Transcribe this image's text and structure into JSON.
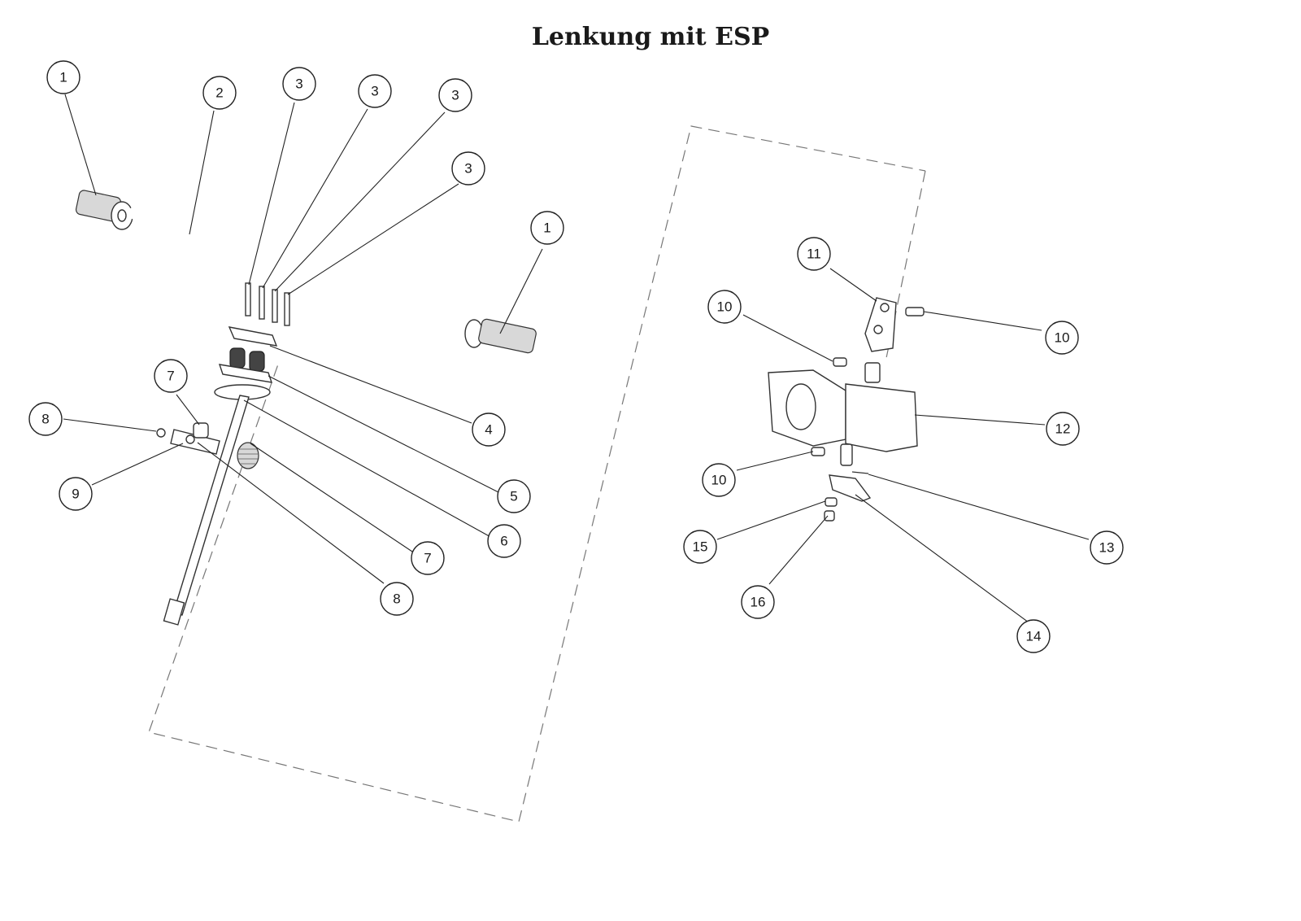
{
  "title": "Lenkung mit ESP",
  "callouts": [
    {
      "id": "c1a",
      "label": "1"
    },
    {
      "id": "c2",
      "label": "2"
    },
    {
      "id": "c3a",
      "label": "3"
    },
    {
      "id": "c3b",
      "label": "3"
    },
    {
      "id": "c3c",
      "label": "3"
    },
    {
      "id": "c3d",
      "label": "3"
    },
    {
      "id": "c1b",
      "label": "1"
    },
    {
      "id": "c4",
      "label": "4"
    },
    {
      "id": "c5",
      "label": "5"
    },
    {
      "id": "c6",
      "label": "6"
    },
    {
      "id": "c7a",
      "label": "7"
    },
    {
      "id": "c7b",
      "label": "7"
    },
    {
      "id": "c8a",
      "label": "8"
    },
    {
      "id": "c8b",
      "label": "8"
    },
    {
      "id": "c9",
      "label": "9"
    },
    {
      "id": "c11",
      "label": "11"
    },
    {
      "id": "c10a",
      "label": "10"
    },
    {
      "id": "c10b",
      "label": "10"
    },
    {
      "id": "c10c",
      "label": "10"
    },
    {
      "id": "c12",
      "label": "12"
    },
    {
      "id": "c13",
      "label": "13"
    },
    {
      "id": "c14",
      "label": "14"
    },
    {
      "id": "c15",
      "label": "15"
    },
    {
      "id": "c16",
      "label": "16"
    }
  ]
}
